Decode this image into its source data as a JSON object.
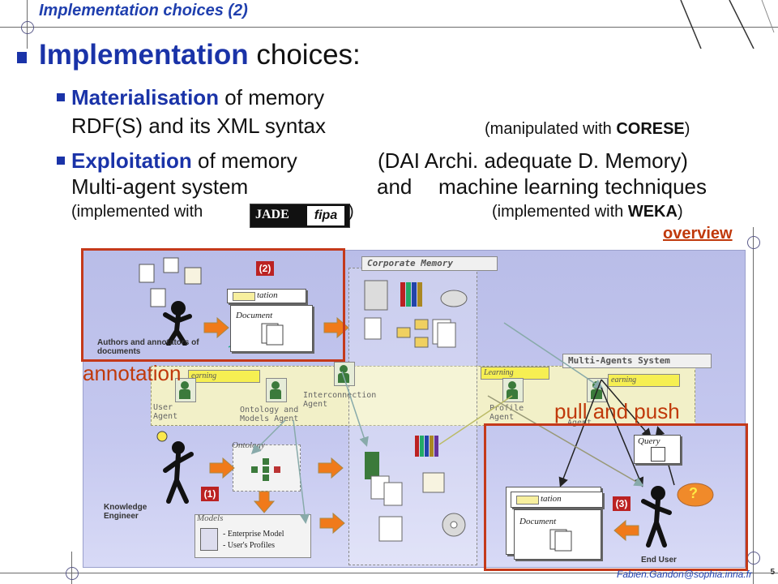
{
  "header": {
    "title": "Implementation choices (2)"
  },
  "main_title": {
    "bold": "Implementation",
    "rest": " choices:"
  },
  "bullets": [
    {
      "bold": "Materialisation",
      "rest": " of memory",
      "line2": "RDF(S) and its XML syntax",
      "right_pre": "(manipulated with ",
      "right_bold": "CORESE",
      "right_post": ")"
    },
    {
      "bold": "Exploitation",
      "rest": " of memory",
      "right": "(DAI Archi. adequate D. Memory)",
      "line2_left": "Multi-agent system",
      "line2_mid": "and",
      "line2_right": "machine learning techniques",
      "line3_left_pre": "(implemented with",
      "line3_left_post": ")",
      "line3_right_pre": "(implemented with ",
      "line3_right_bold": "WEKA",
      "line3_right_post": ")"
    }
  ],
  "overview_link": "overview",
  "diagram": {
    "corporate_memory": "Corporate Memory",
    "multi_agents": "Multi-Agents System",
    "authors_label": "Authors and annotators of documents",
    "annotation_tag": "tation",
    "document": "Document",
    "learning": "Learning",
    "learning2": "earning",
    "user_agent": "User Agent",
    "interconnection_agent": "Interconnection Agent",
    "ontology_models_agent": "Ontology and Models Agent",
    "profile_agent": "Profile Agent",
    "other_agent": "Agent",
    "ontology": "Ontology",
    "models": "Models",
    "models_items": [
      "- Enterprise Model",
      "- User's Profiles"
    ],
    "knowledge_engineer": "Knowledge Engineer",
    "query": "Query",
    "end_user": "End User",
    "step_marks": [
      "(2)",
      "(1)",
      "(3)"
    ],
    "question": "?"
  },
  "overlays": {
    "annotation": "annotation",
    "pull_push": "pull and push"
  },
  "logos": {
    "jade": "JADE",
    "fipa": "fipa"
  },
  "footer": {
    "email": "Fabien.Gandon@sophia.inria.fr",
    "page": "5"
  },
  "colors": {
    "accent_blue": "#1a33a8",
    "highlight_red": "#c4391a",
    "diagram_bg": "#c5c8ef",
    "mas_band": "#f2f0c8"
  }
}
